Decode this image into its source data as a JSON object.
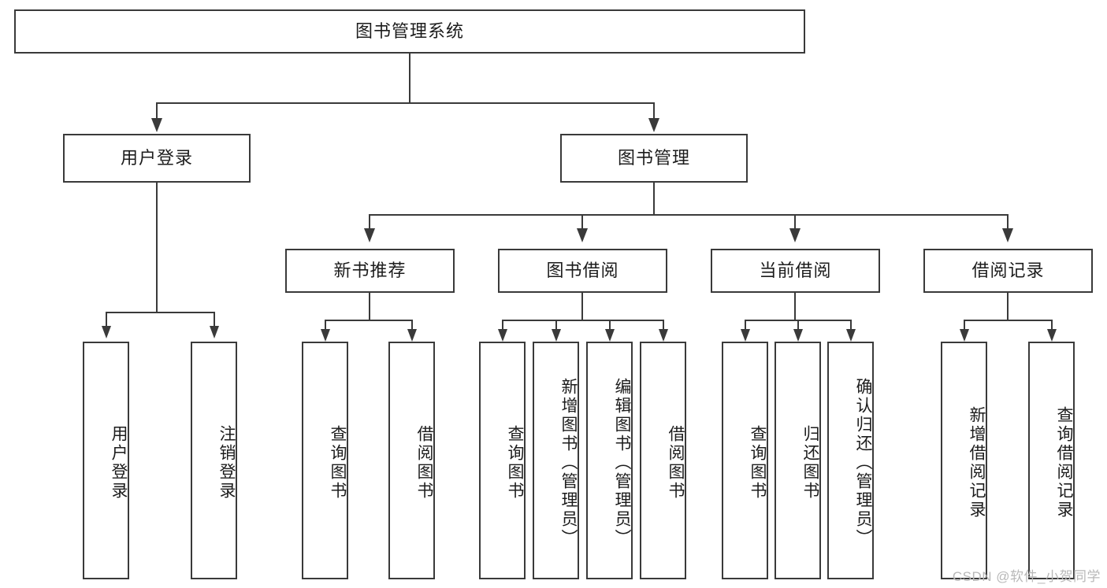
{
  "diagram": {
    "type": "tree-hierarchy-chart",
    "title": "图书管理系统",
    "background_color": "#ffffff",
    "line_color": "#3a3a3a",
    "text_color": "#1c1c1c",
    "levels": {
      "root": {
        "label": "图书管理系统"
      },
      "level2": [
        {
          "label": "用户登录"
        },
        {
          "label": "图书管理"
        }
      ],
      "level3": [
        {
          "label": "新书推荐"
        },
        {
          "label": "图书借阅"
        },
        {
          "label": "当前借阅"
        },
        {
          "label": "借阅记录"
        }
      ],
      "leaves": {
        "user_login": [
          {
            "label": "用户登录"
          },
          {
            "label": "注销登录"
          }
        ],
        "new_book_recommend": [
          {
            "label": "查询图书"
          },
          {
            "label": "借阅图书"
          }
        ],
        "book_borrow": [
          {
            "label": "查询图书"
          },
          {
            "label": "新增图书（管理员）"
          },
          {
            "label": "编辑图书（管理员）"
          },
          {
            "label": "借阅图书"
          }
        ],
        "current_borrow": [
          {
            "label": "查询图书"
          },
          {
            "label": "归还图书"
          },
          {
            "label": "确认归还（管理员）"
          }
        ],
        "borrow_record": [
          {
            "label": "新增借阅记录"
          },
          {
            "label": "查询借阅记录"
          }
        ]
      }
    }
  },
  "watermark": {
    "text": "CSDN @软件_小贺同学"
  }
}
